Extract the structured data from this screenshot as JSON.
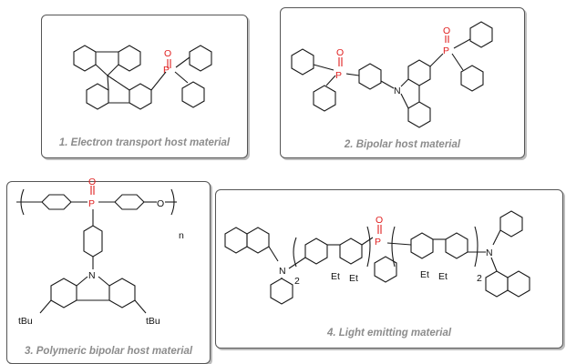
{
  "panels": [
    {
      "caption": "1. Electron transport host material",
      "atoms": {
        "O": "O",
        "P": "P"
      }
    },
    {
      "caption": "2. Bipolar host material",
      "atoms": {
        "O": "O",
        "P": "P",
        "N": "N"
      }
    },
    {
      "caption": "3. Polymeric bipolar host material",
      "atoms": {
        "O": "O",
        "P": "P",
        "N": "N",
        "O_chain": "O",
        "n": "n",
        "tBu_left": "tBu",
        "tBu_right": "tBu"
      }
    },
    {
      "caption": "4. Light emitting material",
      "atoms": {
        "O": "O",
        "P": "P",
        "N_left": "N",
        "N_right": "N",
        "sub_left": "2",
        "sub_right": "2",
        "Et1": "Et",
        "Et2": "Et",
        "Et3": "Et",
        "Et4": "Et"
      }
    }
  ],
  "colors": {
    "phosphine_oxide": "#e02020",
    "bond": "#1a1a1a",
    "caption": "#8c8c8c",
    "border": "#555555"
  }
}
